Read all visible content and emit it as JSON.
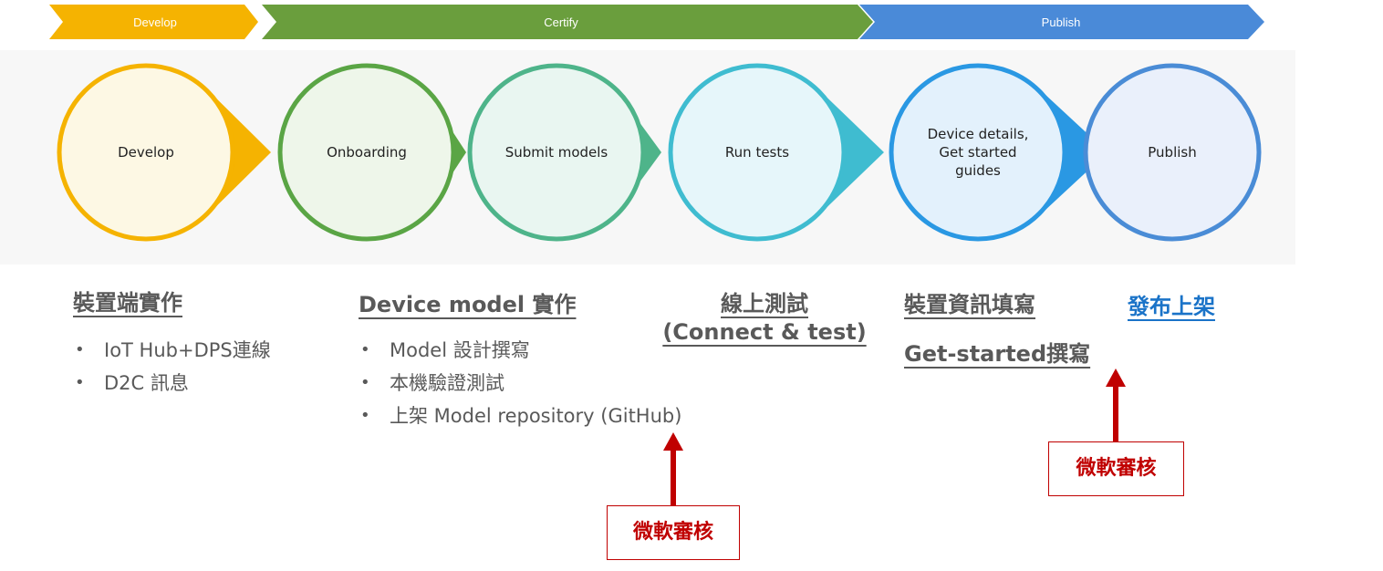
{
  "stages": {
    "develop": "Develop",
    "certify": "Certify",
    "publish": "Publish"
  },
  "steps": [
    {
      "label_lines": [
        "Develop"
      ],
      "color": "#f5b301",
      "fill": "#fdf8e4"
    },
    {
      "label_lines": [
        "Onboarding"
      ],
      "color": "#5aa545",
      "fill": "#eef6ea"
    },
    {
      "label_lines": [
        "Submit models"
      ],
      "color": "#4eb48a",
      "fill": "#e9f6f1"
    },
    {
      "label_lines": [
        "Run tests"
      ],
      "color": "#3fbcd0",
      "fill": "#e6f6fa"
    },
    {
      "label_lines": [
        "Device details,",
        "Get started",
        "guides"
      ],
      "color": "#2a98e3",
      "fill": "#e3f1fc"
    },
    {
      "label_lines": [
        "Publish"
      ],
      "color": "#4a8cd6",
      "fill": "#eaf0fb"
    }
  ],
  "colors": {
    "develop_banner": "#f5b301",
    "certify_banner": "#6a9e3d",
    "publish_banner": "#4a8ad8",
    "review_red": "#c00000",
    "link_blue": "#1a73c8"
  },
  "sections": {
    "device_impl": {
      "heading": "裝置端實作",
      "bullets": [
        "IoT Hub+DPS連線",
        "D2C 訊息"
      ]
    },
    "model_impl": {
      "heading": "Device model 實作",
      "bullets": [
        "Model 設計撰寫",
        "本機驗證測試",
        "上架 Model repository (GitHub)"
      ]
    },
    "online_test": {
      "heading_line1": "線上測試",
      "heading_line2": "(Connect & test)"
    },
    "device_info": {
      "heading": "裝置資訊填寫",
      "subheading": "Get-started撰寫"
    },
    "publish_listing": {
      "heading": "發布上架"
    }
  },
  "reviews": {
    "review1": "微軟審核",
    "review2": "微軟審核"
  }
}
